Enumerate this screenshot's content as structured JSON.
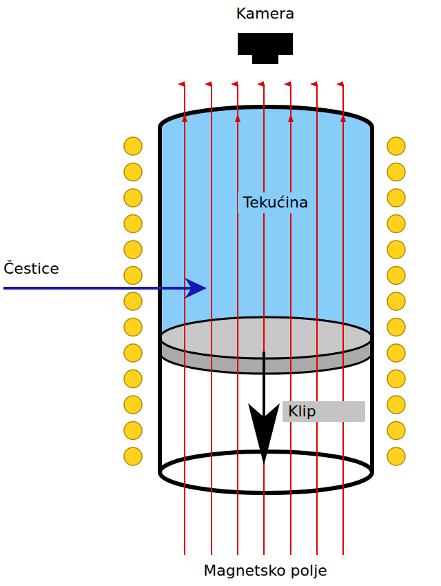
{
  "diagram": {
    "labels": [
      "Kamera",
      "Tekućina",
      "Čestice",
      "Klip",
      "Magnetsko polje"
    ]
  }
}
